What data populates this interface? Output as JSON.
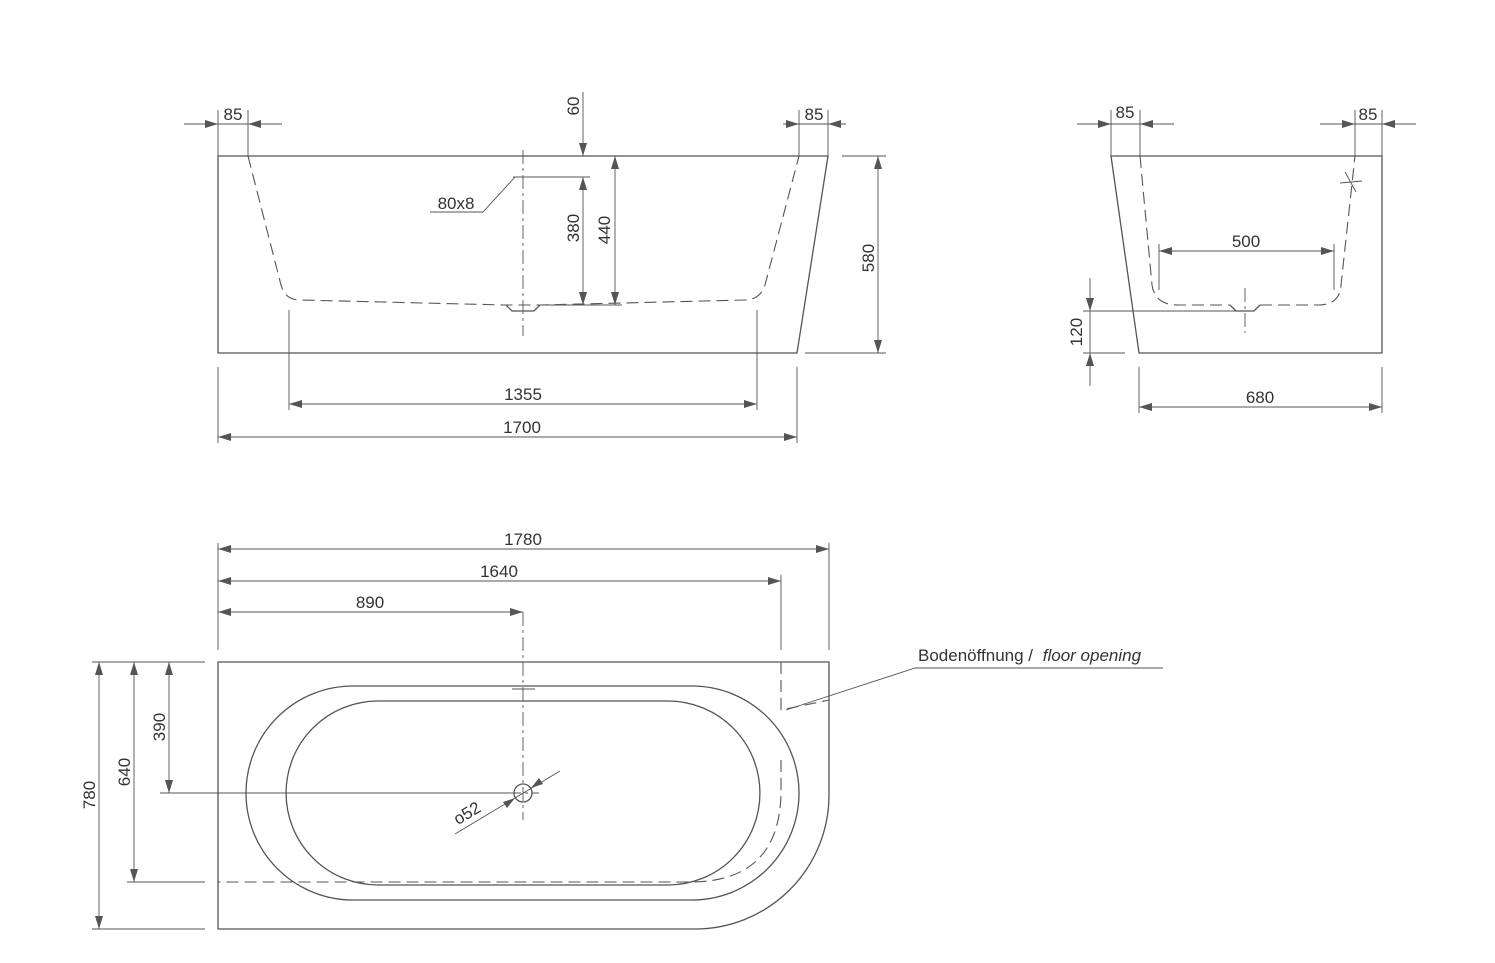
{
  "colors": {
    "line": "#555555",
    "text": "#333333",
    "background": "#ffffff"
  },
  "side_view": {
    "dim_85_left": "85",
    "dim_85_right": "85",
    "dim_60": "60",
    "dim_80x8": "80x8",
    "dim_380": "380",
    "dim_440": "440",
    "dim_580": "580",
    "dim_1355": "1355",
    "dim_1700": "1700"
  },
  "end_view": {
    "dim_85_left": "85",
    "dim_85_right": "85",
    "dim_500": "500",
    "dim_120": "120",
    "dim_680": "680"
  },
  "top_view": {
    "dim_1780": "1780",
    "dim_1640": "1640",
    "dim_890": "890",
    "dim_780": "780",
    "dim_640": "640",
    "dim_390": "390",
    "dim_o52": "o52",
    "callout_de": "Bodenöffnung /",
    "callout_en": "floor opening"
  }
}
